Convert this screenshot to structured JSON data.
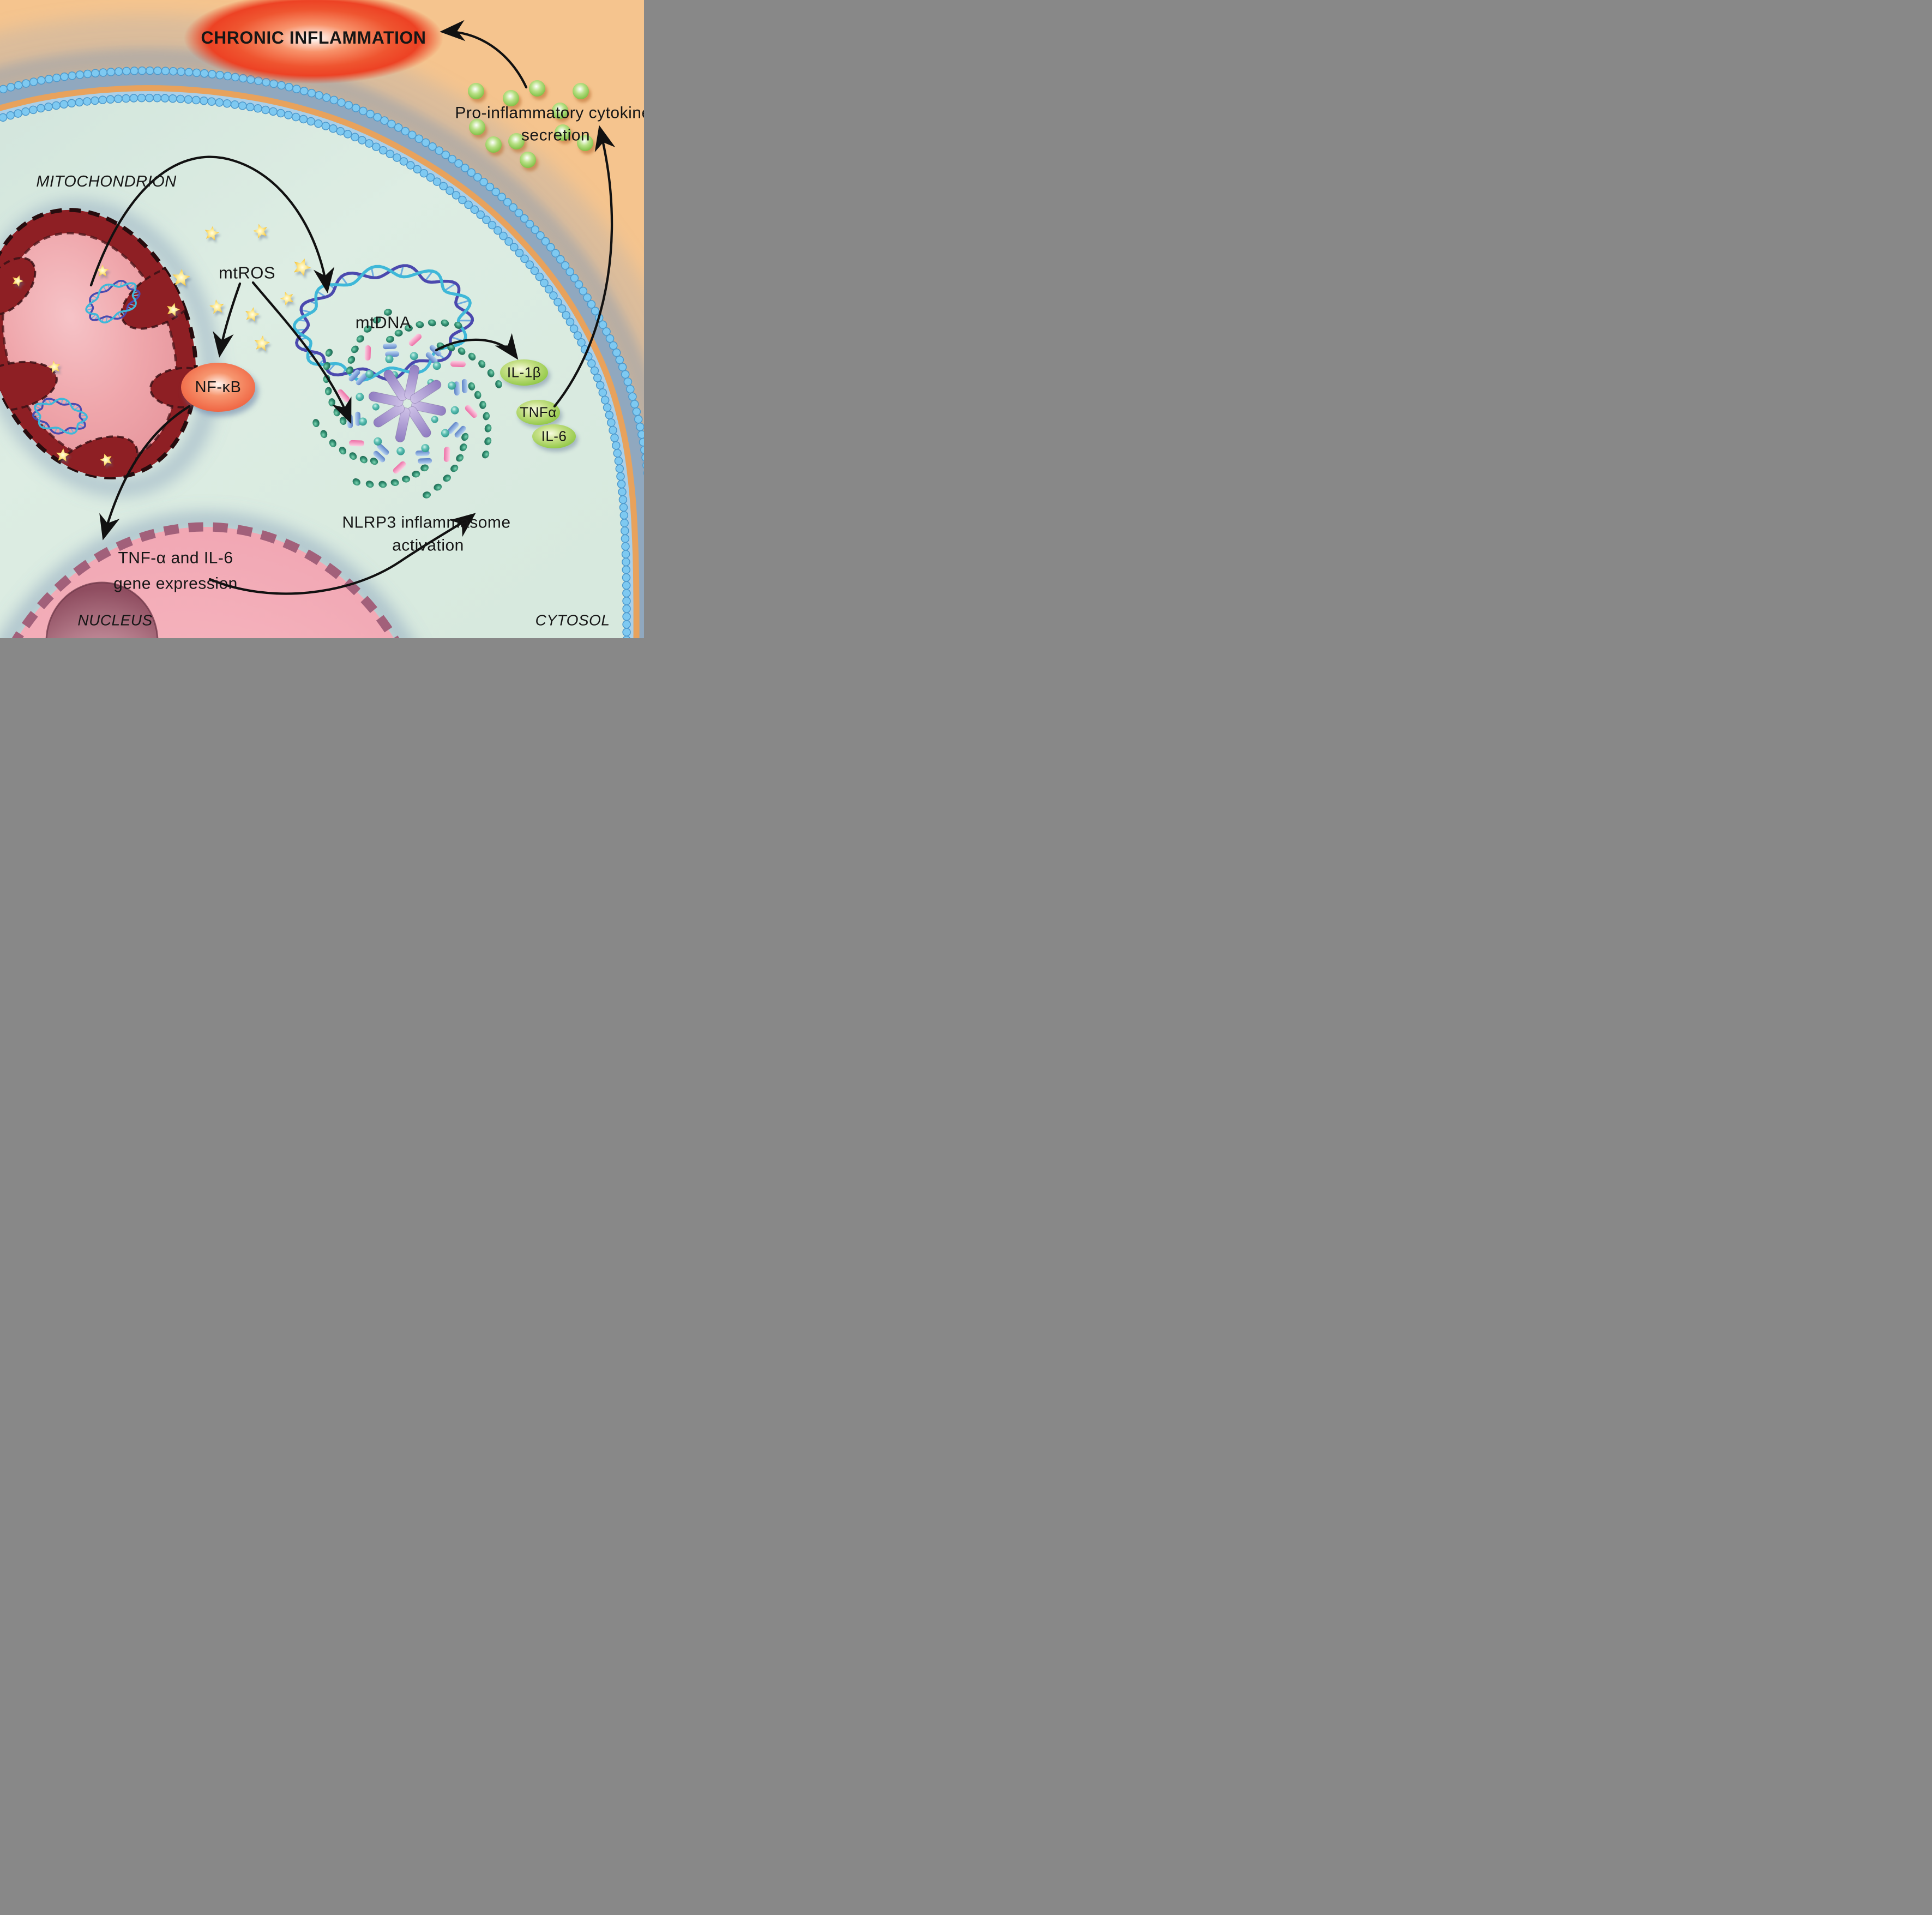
{
  "labels": {
    "chronic_inflammation": "CHRONIC INFLAMMATION",
    "mitochondrion": "MITOCHONDRION",
    "mtros": "mtROS",
    "mtdna": "mtDNA",
    "nfkb": "NF-κB",
    "nlrp3_line1": "NLRP3 inflammasome",
    "nlrp3_line2": "activation",
    "gene_line1": "TNF-α and IL-6",
    "gene_line2": "gene expression",
    "nucleus": "NUCLEUS",
    "cytosol": "CYTOSOL",
    "secretion_line1": "Pro-inflammatory cytokine",
    "secretion_line2": "secretion",
    "il1b": "IL-1β",
    "tnfa": "TNFα",
    "il6": "IL-6"
  },
  "colors": {
    "extracellular_bg": "#F5C48E",
    "cytosol_fill": "#DCEBE2",
    "membrane_head": "#7EC9F1",
    "membrane_head_outline": "#4D99CC",
    "membrane_tails": "#A9CFE9",
    "membrane_core": "#E8A25C",
    "mitochondrion_outer": "#8E1F24",
    "mitochondrion_dash": "#260C0E",
    "mitochondrion_matrix": "#EFA6AB",
    "nucleus_fill": "#F4ACB8",
    "nucleus_border": "#A2607A",
    "nucleolus": "#9C5668",
    "star_gold": "#F5BE2E",
    "dna_purple": "#4B49AE",
    "dna_teal": "#3FB8D8",
    "dna_rung": "#6FAEE0",
    "nfkb_red": "#EE5C3B",
    "chronic_red": "#ED4224",
    "cytokine_green": "#8CC63F",
    "bead_green": "#1F6B55",
    "capsule_blue": "#6488C9",
    "capsule_pink": "#EE6EA6",
    "rod_purple": "#9180C2",
    "teal_circle": "#2E958B",
    "arrow_black": "#111111"
  }
}
